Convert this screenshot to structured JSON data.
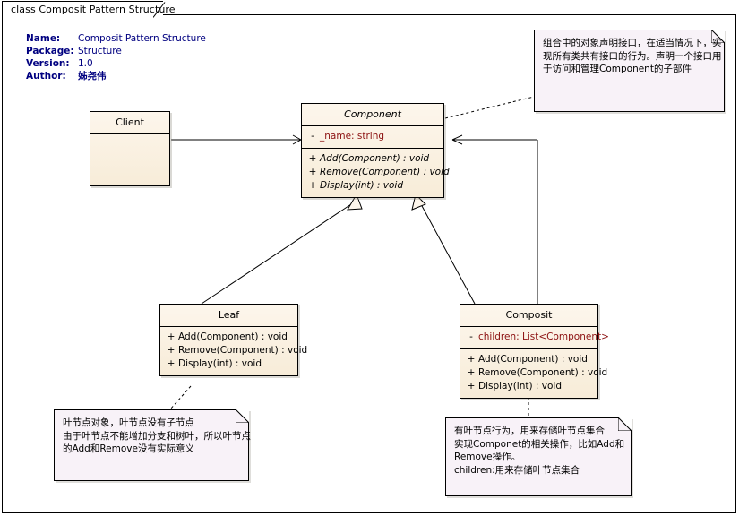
{
  "frame": {
    "title": "class Composit Pattern Structure"
  },
  "doc_info": {
    "rows": [
      {
        "key": "Name:",
        "value": "Composit Pattern Structure",
        "cjk": false
      },
      {
        "key": "Package:",
        "value": "Structure",
        "cjk": false
      },
      {
        "key": "Version:",
        "value": "1.0",
        "cjk": false
      },
      {
        "key": "Author:",
        "value": "姊尧伟",
        "cjk": true
      }
    ]
  },
  "classes": {
    "client": {
      "name": "Client",
      "abstract": false,
      "attributes": [],
      "operations": []
    },
    "component": {
      "name": "Component",
      "abstract": true,
      "attributes": [
        {
          "visibility": "-",
          "text": "_name: string"
        }
      ],
      "operations": [
        {
          "visibility": "+",
          "text": "Add(Component) : void"
        },
        {
          "visibility": "+",
          "text": "Remove(Component) : void"
        },
        {
          "visibility": "+",
          "text": "Display(int) : void"
        }
      ]
    },
    "leaf": {
      "name": "Leaf",
      "abstract": false,
      "attributes": [],
      "operations": [
        {
          "visibility": "+",
          "text": "Add(Component) : void"
        },
        {
          "visibility": "+",
          "text": "Remove(Component) : void"
        },
        {
          "visibility": "+",
          "text": "Display(int) : void"
        }
      ]
    },
    "composit": {
      "name": "Composit",
      "abstract": false,
      "attributes": [
        {
          "visibility": "-",
          "text": "children:  List<Component>"
        }
      ],
      "operations": [
        {
          "visibility": "+",
          "text": "Add(Component) : void"
        },
        {
          "visibility": "+",
          "text": "Remove(Component) : void"
        },
        {
          "visibility": "+",
          "text": "Display(int) : void"
        }
      ]
    }
  },
  "notes": {
    "component_note": {
      "lines": [
        "组合中的对象声明接口，在适当情况下，实",
        "现所有类共有接口的行为。声明一个接口用",
        "于访问和管理Component的子部件"
      ]
    },
    "leaf_note": {
      "lines": [
        "叶节点对象，叶节点没有子节点",
        "由于叶节点不能增加分支和树叶，所以叶节点",
        "的Add和Remove没有实际意义"
      ]
    },
    "composit_note": {
      "lines": [
        "有叶节点行为，用来存储叶节点集合",
        "实现Componet的相关操作，比如Add和",
        "Remove操作。",
        "children:用来存储叶节点集合"
      ]
    }
  },
  "connectors": [
    {
      "name": "client-to-component-dependency",
      "kind": "association-arrow"
    },
    {
      "name": "leaf-to-component-generalization",
      "kind": "generalization"
    },
    {
      "name": "composit-to-component-generalization",
      "kind": "generalization"
    },
    {
      "name": "composit-to-component-aggregation",
      "kind": "aggregation"
    },
    {
      "name": "component-note-anchor",
      "kind": "note-link"
    },
    {
      "name": "leaf-note-anchor",
      "kind": "note-link"
    },
    {
      "name": "composit-note-anchor",
      "kind": "note-link"
    }
  ],
  "colors": {
    "class_fill": "#fdf6ec",
    "note_fill": "#f8f2f8",
    "attribute_text": "#8b0f0f",
    "info_text": "#000080",
    "line": "#000000"
  }
}
